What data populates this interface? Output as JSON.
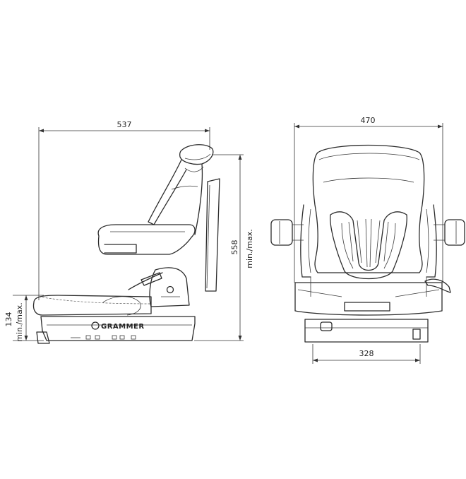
{
  "side_view": {
    "width_label": "537",
    "height_label": "558",
    "height_caption": "min./max.",
    "base_label": "134",
    "base_caption": "min./max.",
    "brand": "GRAMMER"
  },
  "front_view": {
    "width_label": "470",
    "base_width_label": "328"
  }
}
